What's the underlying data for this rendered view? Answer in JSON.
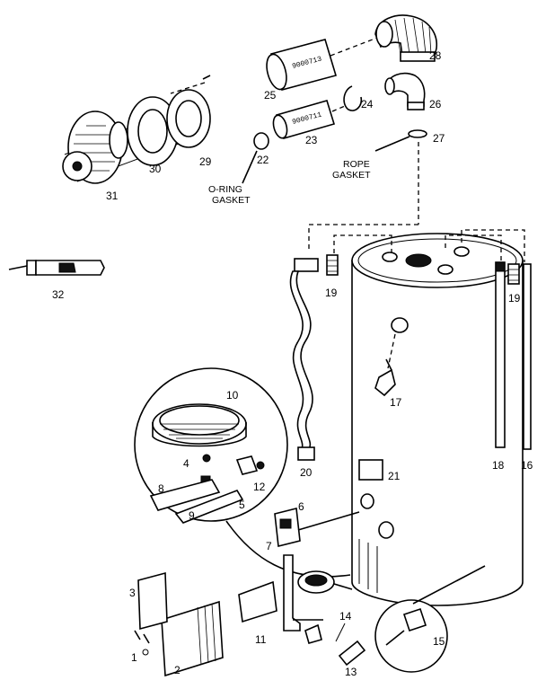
{
  "parts": [
    {
      "ref": "1",
      "label": "1"
    },
    {
      "ref": "2",
      "label": "2"
    },
    {
      "ref": "3",
      "label": "3"
    },
    {
      "ref": "4",
      "label": "4"
    },
    {
      "ref": "5",
      "label": "5"
    },
    {
      "ref": "6",
      "label": "6"
    },
    {
      "ref": "7",
      "label": "7"
    },
    {
      "ref": "8",
      "label": "8"
    },
    {
      "ref": "9",
      "label": "9"
    },
    {
      "ref": "10",
      "label": "10"
    },
    {
      "ref": "11",
      "label": "11"
    },
    {
      "ref": "12",
      "label": "12"
    },
    {
      "ref": "13",
      "label": "13"
    },
    {
      "ref": "14",
      "label": "14"
    },
    {
      "ref": "15",
      "label": "15"
    },
    {
      "ref": "16",
      "label": "16"
    },
    {
      "ref": "17",
      "label": "17"
    },
    {
      "ref": "18",
      "label": "18"
    },
    {
      "ref": "19a",
      "label": "19"
    },
    {
      "ref": "19b",
      "label": "19"
    },
    {
      "ref": "20",
      "label": "20"
    },
    {
      "ref": "21",
      "label": "21"
    },
    {
      "ref": "22",
      "label": "22"
    },
    {
      "ref": "23",
      "label": "23"
    },
    {
      "ref": "24",
      "label": "24"
    },
    {
      "ref": "25",
      "label": "25"
    },
    {
      "ref": "26",
      "label": "26"
    },
    {
      "ref": "27",
      "label": "27"
    },
    {
      "ref": "28",
      "label": "28"
    },
    {
      "ref": "29",
      "label": "29"
    },
    {
      "ref": "30",
      "label": "30"
    },
    {
      "ref": "31",
      "label": "31"
    },
    {
      "ref": "32",
      "label": "32"
    }
  ],
  "captions": {
    "oring_line1": "O-RING",
    "oring_line2": "GASKET",
    "rope_line1": "ROPE",
    "rope_line2": "GASKET"
  },
  "stencils": {
    "pipe_25": "9000713",
    "pipe_23": "9000711"
  }
}
